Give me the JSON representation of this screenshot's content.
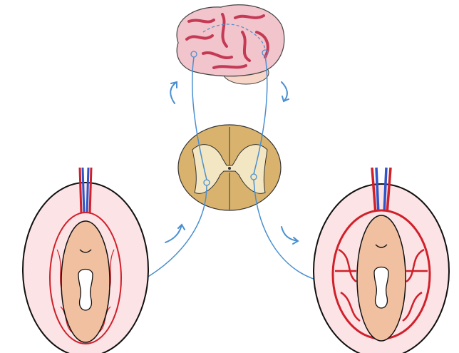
{
  "colors": {
    "background": "#ffffff",
    "brain_fill": "#f2c4cc",
    "brain_vessel": "#c43a55",
    "spinal_gray": "#f3e6c2",
    "spinal_white": "#d9b36e",
    "nerve": "#4a90d0",
    "outer_tissue": "#fbe3e6",
    "inner_tissue": "#f0c0a0",
    "artery": "#d0202a",
    "vein": "#2f55c8"
  },
  "icons": [
    "brain-illustration",
    "spinal-cord-cross-section",
    "left-organ-unaroused",
    "right-organ-aroused",
    "arrow-icon"
  ]
}
